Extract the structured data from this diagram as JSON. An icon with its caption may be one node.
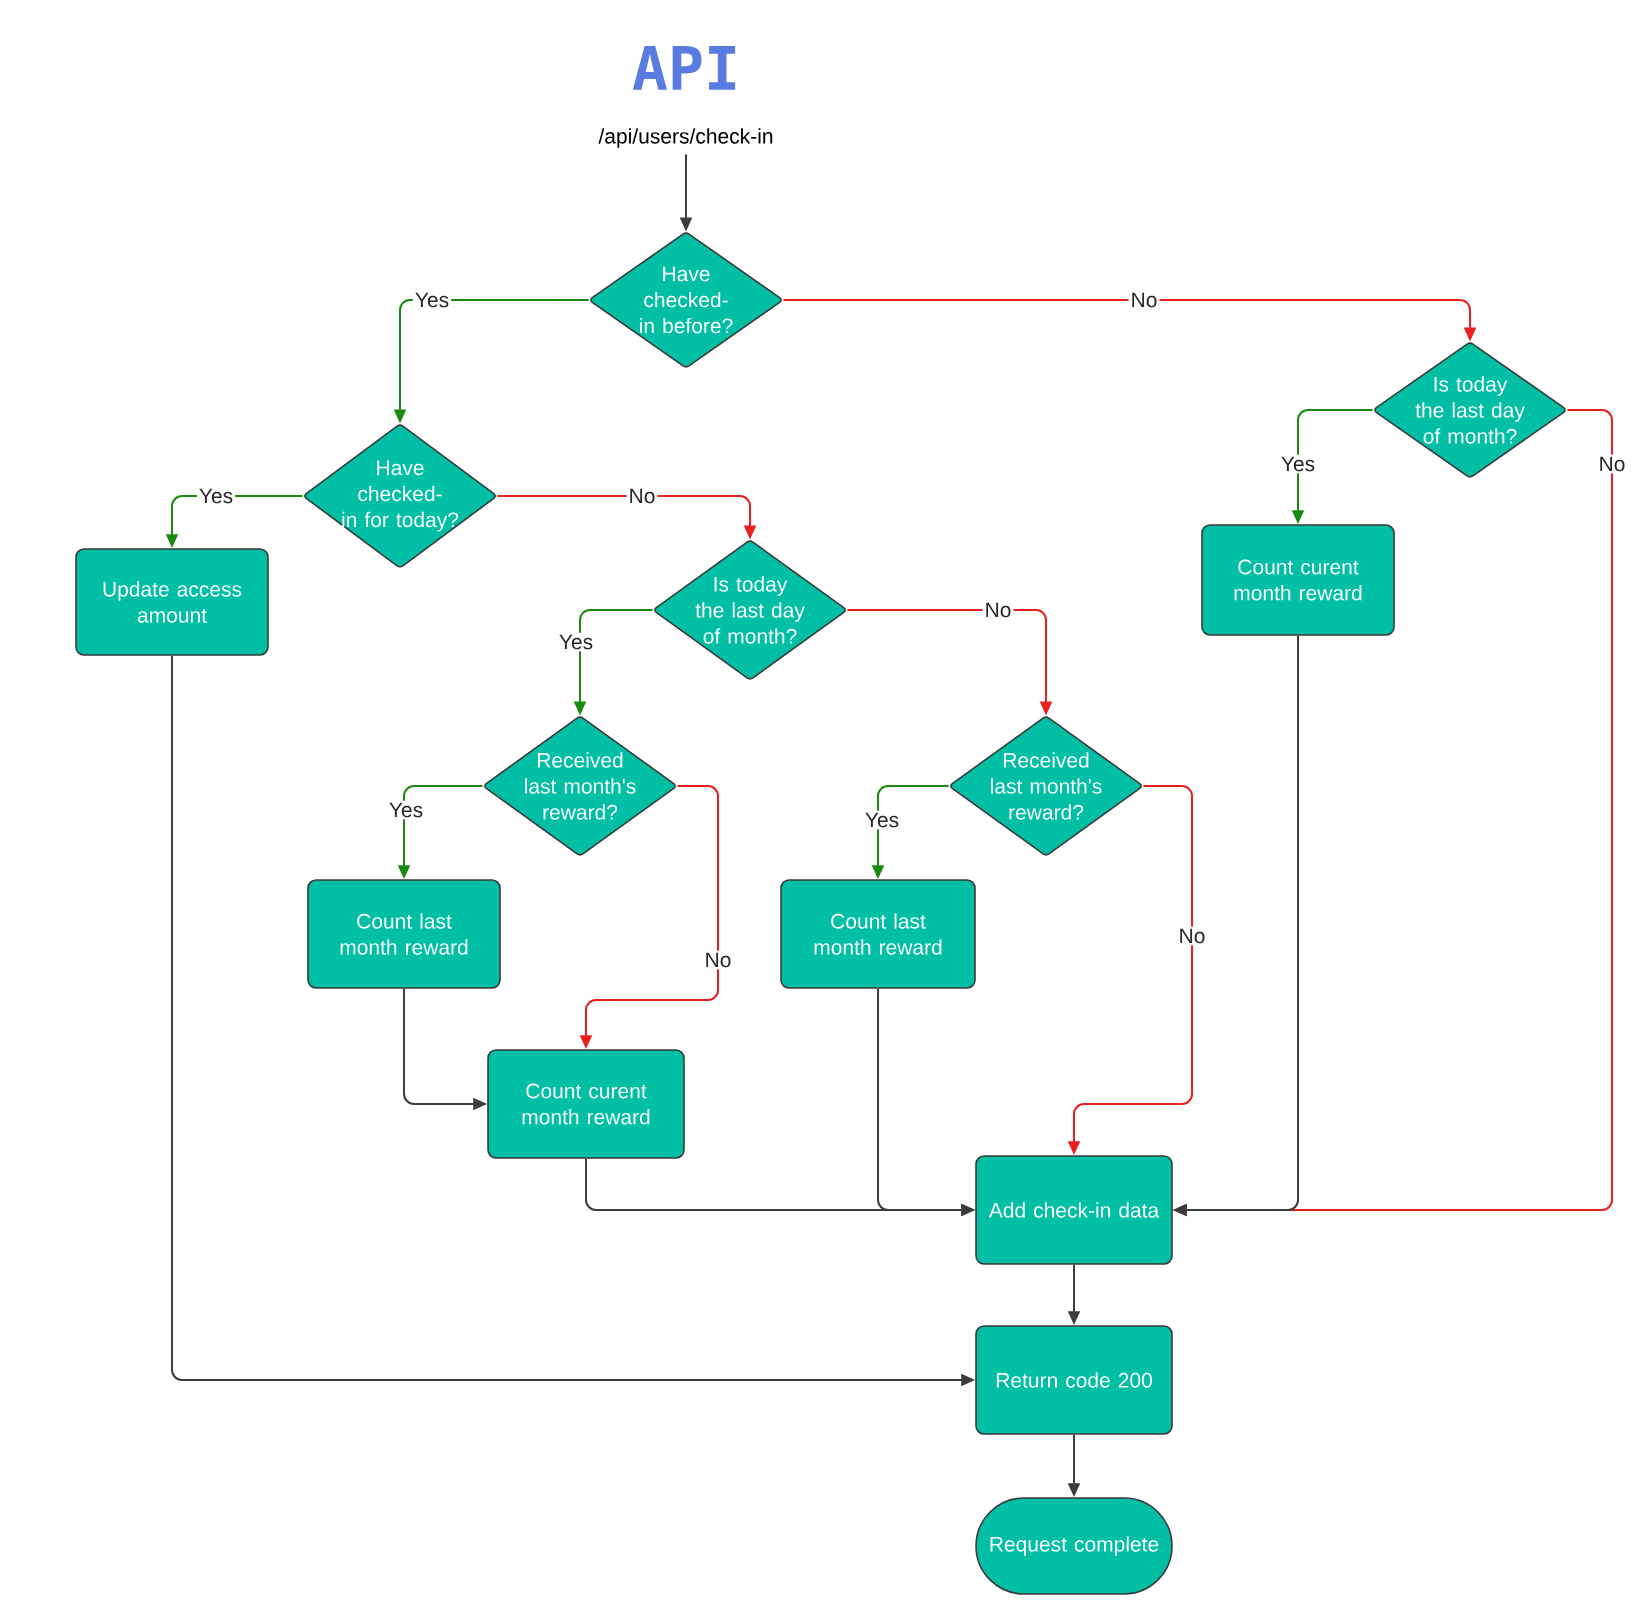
{
  "diagram": {
    "title": "API",
    "nodes": [
      {
        "text": [
          "/api/users/check-in"
        ]
      },
      {
        "text": [
          "Have checked-in before?"
        ]
      },
      {
        "text": [
          "Is today the last day of month?"
        ]
      },
      {
        "text": [
          "Have checked-in for today?"
        ]
      },
      {
        "text": [
          "Count curent month reward"
        ]
      },
      {
        "text": [
          "Update access amount"
        ]
      },
      {
        "text": [
          "Is today the last day of month?"
        ]
      },
      {
        "text": [
          "Received last month's reward?"
        ]
      },
      {
        "text": [
          "Received last month's reward?"
        ]
      },
      {
        "text": [
          "Count last month reward"
        ]
      },
      {
        "text": [
          "Count last month reward"
        ]
      },
      {
        "text": [
          "Count curent month reward"
        ]
      },
      {
        "text": [
          "Add check-in data"
        ]
      },
      {
        "text": [
          "Return code 200"
        ]
      },
      {
        "text": [
          "Request complete"
        ]
      }
    ],
    "edges": [
      {
        "from": 0,
        "to": 1,
        "arrow": "to"
      },
      {
        "from": 1,
        "to": 3,
        "arrow": "to",
        "label": "Yes",
        "color": "#1a8a10"
      },
      {
        "from": 1,
        "to": 2,
        "arrow": "to",
        "label": "No",
        "color": "#e8201e"
      },
      {
        "from": 2,
        "to": 4,
        "arrow": "to",
        "label": "Yes",
        "color": "#1a8a10"
      },
      {
        "from": 2,
        "to": 12,
        "arrow": "to",
        "label": "No",
        "color": "#e8201e"
      },
      {
        "from": 3,
        "to": 5,
        "arrow": "to",
        "label": "Yes",
        "color": "#1a8a10"
      },
      {
        "from": 3,
        "to": 6,
        "arrow": "to",
        "label": "No",
        "color": "#e8201e"
      },
      {
        "from": 6,
        "to": 7,
        "arrow": "to",
        "label": "Yes",
        "color": "#1a8a10"
      },
      {
        "from": 6,
        "to": 8,
        "arrow": "to",
        "label": "No",
        "color": "#e8201e"
      },
      {
        "from": 7,
        "to": 9,
        "arrow": "to",
        "label": "Yes",
        "color": "#1a8a10"
      },
      {
        "from": 7,
        "to": 11,
        "arrow": "to",
        "label": "No",
        "color": "#e8201e"
      },
      {
        "from": 8,
        "to": 10,
        "arrow": "to",
        "label": "Yes",
        "color": "#1a8a10"
      },
      {
        "from": 8,
        "to": 12,
        "arrow": "to",
        "label": "No",
        "color": "#e8201e"
      },
      {
        "from": 9,
        "to": 11,
        "arrow": "to"
      },
      {
        "from": 11,
        "to": 12,
        "arrow": "to"
      },
      {
        "from": 10,
        "to": 12,
        "arrow": "to"
      },
      {
        "from": 4,
        "to": 12,
        "arrow": "to"
      },
      {
        "from": 5,
        "to": 13,
        "arrow": "to"
      },
      {
        "from": 12,
        "to": 13,
        "arrow": "to"
      },
      {
        "from": 13,
        "to": 14,
        "arrow": "to"
      }
    ]
  }
}
